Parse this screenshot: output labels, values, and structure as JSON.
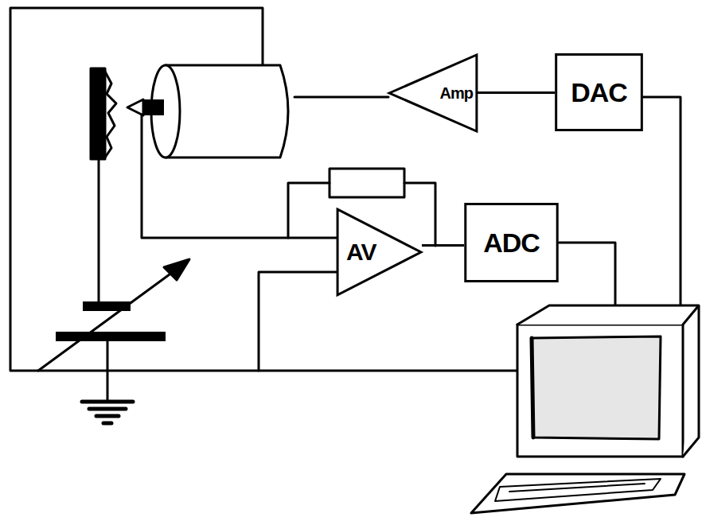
{
  "diagram": {
    "nodes": [
      {
        "text": [
          "Amp"
        ]
      },
      {
        "text": [
          "DAC"
        ]
      },
      {
        "text": [
          "AV"
        ]
      },
      {
        "text": [
          "ADC"
        ]
      }
    ],
    "edges": [
      {
        "from": 1,
        "to": 0,
        "arrow": "none"
      },
      {
        "from": 2,
        "to": 3,
        "arrow": "none"
      }
    ]
  }
}
